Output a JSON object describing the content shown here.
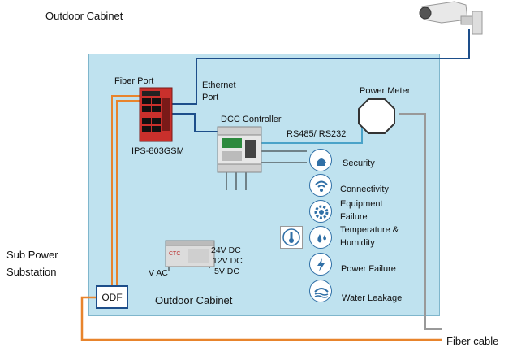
{
  "labels": {
    "outdoor_cabinet_top": "Outdoor Cabinet",
    "outdoor_cabinet_bottom": "Outdoor Cabinet",
    "fiber_port": "Fiber Port",
    "ethernet": "Ethernet",
    "port": "Port",
    "switch_model": "IPS-803GSM",
    "dcc_controller": "DCC Controller",
    "rs485_rs232": "RS485/ RS232",
    "power_meter": "Power Meter",
    "sub_power": "Sub Power",
    "substation": "Substation",
    "v_ac": "V AC",
    "odf": "ODF",
    "fiber_cable": "Fiber cable"
  },
  "voltages": [
    "24V DC",
    "12V DC",
    "5V DC"
  ],
  "sensors": {
    "security": "Security",
    "connectivity": "Connectivity",
    "equipment": "Equipment",
    "failure": "Failure",
    "temperature": "Temperature &",
    "humidity": "Humidity",
    "power_failure": "Power Failure",
    "water_leakage": "Water Leakage"
  },
  "colors": {
    "cabinet_fill": "#bfe2ef",
    "fiber": "#e8842c",
    "ethernet": "#1d4e8a",
    "serial": "#4aa3c9",
    "icon_ring": "#2f6fa6"
  },
  "icons": [
    "camera-icon",
    "power-meter-icon",
    "security-icon",
    "connectivity-icon",
    "equipment-failure-icon",
    "thermometer-icon",
    "humidity-icon",
    "power-failure-icon",
    "water-leakage-icon"
  ]
}
